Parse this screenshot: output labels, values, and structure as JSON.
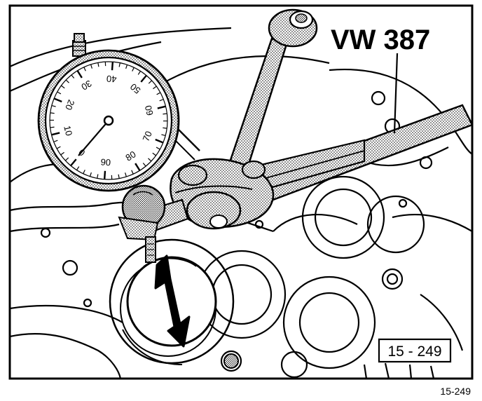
{
  "diagram": {
    "tool_label": "VW 387",
    "box_label": "15 - 249",
    "figure_label": "15-249",
    "dial_numbers": [
      "0",
      "10",
      "20",
      "30",
      "40",
      "50",
      "60",
      "70",
      "80",
      "90"
    ]
  }
}
